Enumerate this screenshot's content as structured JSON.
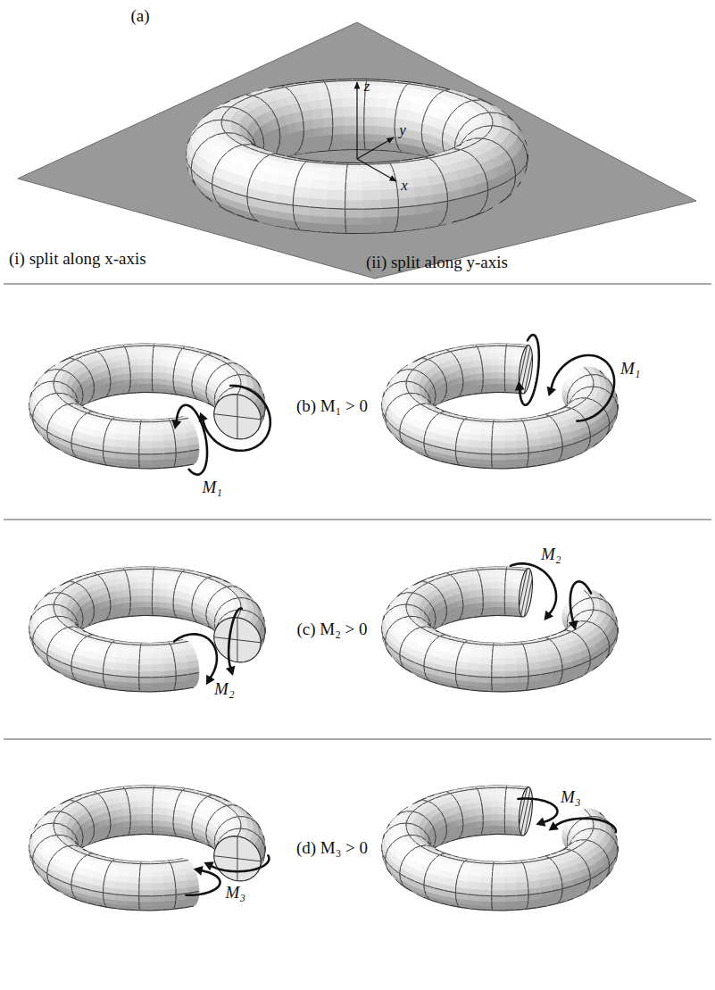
{
  "diagram": {
    "labels": [
      "(a)",
      "z",
      "y",
      "x",
      "(i) split along x-axis",
      "(ii) split along y-axis",
      "(b) M₁ > 0",
      "M₁",
      "M₁",
      "(c) M₂ > 0",
      "M₂",
      "M₂",
      "(d) M₃ > 0",
      "M₃",
      "M₃"
    ]
  }
}
